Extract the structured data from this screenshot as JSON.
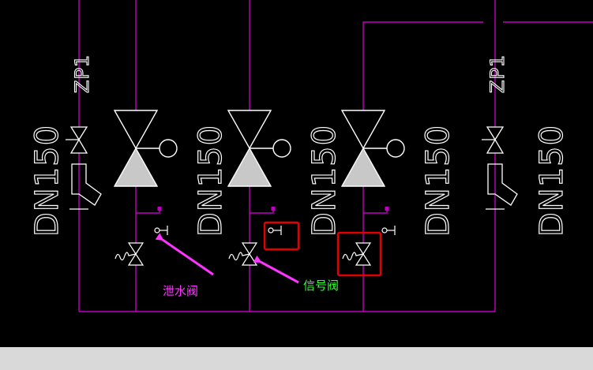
{
  "labels": {
    "dn_text": "DN150",
    "zp_text": "ZP1",
    "drain_valve_note": "泄水阀",
    "signal_valve_note": "信号阀"
  },
  "colors": {
    "background": "#000000",
    "statusbar": "#d9d9d9",
    "pipe": "#c000c0",
    "symbol": "#ffffff",
    "triangle_fill": "#c8c8c8",
    "arrow": "#ff33ff",
    "drain_note": "#ff33ff",
    "signal_note": "#33ff33",
    "highlight": "#e00000"
  }
}
